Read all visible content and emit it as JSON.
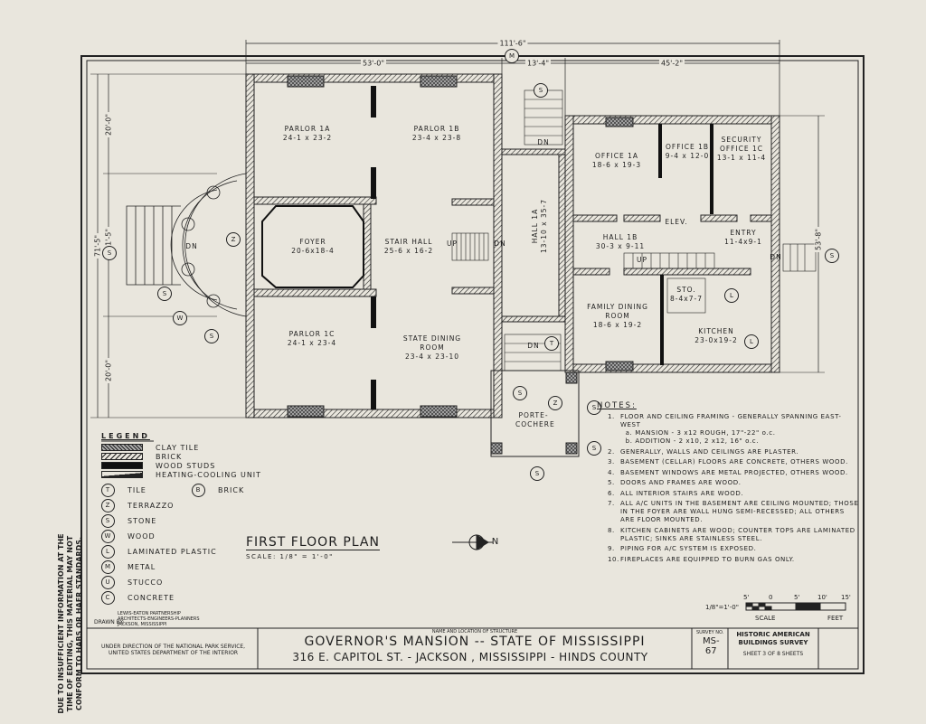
{
  "drawing": {
    "plan_title": "FIRST FLOOR PLAN",
    "plan_scale": "SCALE: 1/8\" = 1'-0\"",
    "north_label": "N",
    "side_note": [
      "DUE TO INSUFFICIENT INFORMATION AT THE",
      "TIME OF EDITING, THIS MATERIAL MAY NOT",
      "CONFORM TO HABS OR HAER STANDARDS."
    ]
  },
  "dimensions": {
    "overall_width": "111'-6\"",
    "main_width": "53'-0\"",
    "hall_width": "13'-4\"",
    "addition_width": "45'-2\"",
    "overall_depth": "71'-5\"",
    "left_top": "20'-0\"",
    "left_mid": "31'-5\"",
    "left_bottom": "20'-0\"",
    "right_depth": "53'-8\""
  },
  "rooms": [
    {
      "name": "PARLOR 1A",
      "size": "24-1 x 23-2"
    },
    {
      "name": "PARLOR 1B",
      "size": "23-4 x 23-8"
    },
    {
      "name": "FOYER",
      "size": "20-6x18-4"
    },
    {
      "name": "STAIR HALL",
      "size": "25-6 x 16-2"
    },
    {
      "name": "HALL 1A",
      "size": "13-10 x 35-7"
    },
    {
      "name": "PARLOR 1C",
      "size": "24-1 x 23-4"
    },
    {
      "name": "STATE DINING ROOM",
      "size": "23-4 x 23-10"
    },
    {
      "name": "OFFICE 1A",
      "size": "18-6 x 19-3"
    },
    {
      "name": "OFFICE 1B",
      "size": "9-4 x 12-0"
    },
    {
      "name": "SECURITY OFFICE 1C",
      "size": "13-1 x 11-4"
    },
    {
      "name": "HALL 1B",
      "size": "30-3 x 9-11"
    },
    {
      "name": "ENTRY",
      "size": "11-4x9-1"
    },
    {
      "name": "STO.",
      "size": "8-4x7-7"
    },
    {
      "name": "FAMILY DINING ROOM",
      "size": "18-6 x 19-2"
    },
    {
      "name": "KITCHEN",
      "size": "23-0x19-2"
    },
    {
      "name": "PORTE-COCHERE",
      "size": ""
    }
  ],
  "plan_labels": {
    "elev": "ELEV.",
    "up": "UP",
    "dn": "DN"
  },
  "legend": {
    "title": "LEGEND",
    "hatches": [
      "CLAY TILE",
      "BRICK",
      "WOOD STUDS",
      "HEATING-COOLING UNIT"
    ],
    "materials": [
      {
        "key": "T",
        "label": "TILE"
      },
      {
        "key": "Z",
        "label": "TERRAZZO"
      },
      {
        "key": "S",
        "label": "STONE"
      },
      {
        "key": "W",
        "label": "WOOD"
      },
      {
        "key": "L",
        "label": "LAMINATED PLASTIC"
      },
      {
        "key": "M",
        "label": "METAL"
      },
      {
        "key": "U",
        "label": "STUCCO"
      },
      {
        "key": "C",
        "label": "CONCRETE"
      },
      {
        "key": "B",
        "label": "BRICK"
      }
    ]
  },
  "notes": {
    "title": "NOTES:",
    "items": [
      {
        "n": "1.",
        "text": "FLOOR AND CEILING FRAMING - GENERALLY SPANNING EAST-WEST",
        "sub": [
          "a. MANSION - 3 x12 ROUGH, 17\"-22\" o.c.",
          "b. ADDITION - 2 x10, 2 x12, 16\" o.c."
        ]
      },
      {
        "n": "2.",
        "text": "GENERALLY, WALLS AND CEILINGS ARE PLASTER."
      },
      {
        "n": "3.",
        "text": "BASEMENT (CELLAR) FLOORS ARE CONCRETE, OTHERS WOOD."
      },
      {
        "n": "4.",
        "text": "BASEMENT WINDOWS ARE METAL PROJECTED, OTHERS WOOD."
      },
      {
        "n": "5.",
        "text": "DOORS AND FRAMES ARE WOOD."
      },
      {
        "n": "6.",
        "text": "ALL INTERIOR STAIRS ARE WOOD."
      },
      {
        "n": "7.",
        "text": "ALL A/C UNITS IN THE BASEMENT ARE CEILING MOUNTED; THOSE IN THE FOYER ARE WALL HUNG SEMI-RECESSED; ALL OTHERS ARE FLOOR MOUNTED."
      },
      {
        "n": "8.",
        "text": "KITCHEN CABINETS ARE WOOD; COUNTER TOPS ARE LAMINATED PLASTIC; SINKS ARE STAINLESS STEEL."
      },
      {
        "n": "9.",
        "text": "PIPING FOR A/C SYSTEM IS EXPOSED."
      },
      {
        "n": "10.",
        "text": "FIREPLACES ARE EQUIPPED TO BURN GAS ONLY."
      }
    ]
  },
  "scale_bar": {
    "ratio": "1/8\"=1'-0\"",
    "ticks": [
      "5'",
      "0",
      "5'",
      "10'",
      "15'"
    ],
    "label": "SCALE",
    "unit": "FEET"
  },
  "title_block": {
    "drawn_by_label": "DRAWN BY:",
    "drawn_by": [
      "LEWIS-EATON PARTNERSHIP",
      "ARCHITECTS-ENGINEERS-PLANNERS",
      "JACKSON, MISSISSIPPI"
    ],
    "direction": [
      "UNDER DIRECTION OF THE NATIONAL PARK SERVICE,",
      "UNITED STATES DEPARTMENT OF THE INTERIOR"
    ],
    "structure_caption": "NAME AND LOCATION OF STRUCTURE",
    "structure_name": "GOVERNOR'S MANSION -- STATE OF MISSISSIPPI",
    "structure_address": "316 E. CAPITOL ST.  -  JACKSON , MISSISSIPPI  -  HINDS COUNTY",
    "survey_label": "SURVEY NO.",
    "survey_no": [
      "MS-",
      "67"
    ],
    "agency": [
      "HISTORIC AMERICAN",
      "BUILDINGS SURVEY"
    ],
    "sheet": "SHEET 3 OF 8 SHEETS"
  },
  "colors": {
    "paper": "#e9e6dd",
    "ink": "#1e1e1e"
  }
}
